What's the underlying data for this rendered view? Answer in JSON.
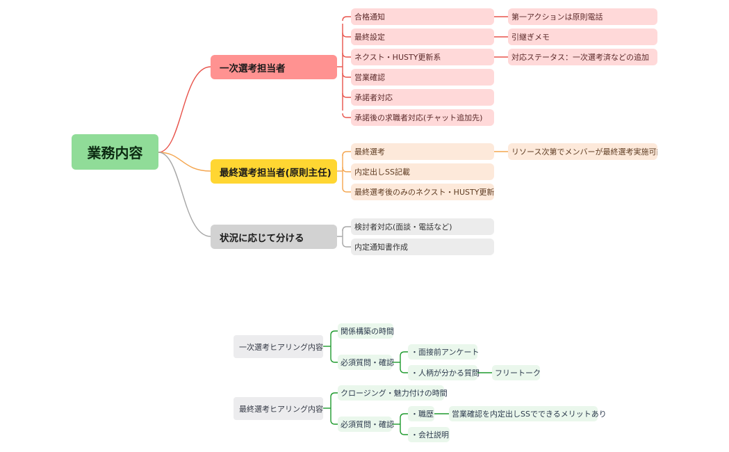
{
  "root": {
    "label": "業務内容"
  },
  "branches": [
    {
      "label": "一次選考担当者",
      "children": [
        {
          "label": "合格通知",
          "note": "第一アクションは原則電話"
        },
        {
          "label": "最終設定",
          "note": "引継ぎメモ"
        },
        {
          "label": "ネクスト・HUSTY更新系",
          "note": "対応ステータス：一次選考済などの追加"
        },
        {
          "label": "営業確認"
        },
        {
          "label": "承諾者対応"
        },
        {
          "label": "承諾後の求職者対応(チャット追加先)"
        }
      ]
    },
    {
      "label": "最終選考担当者(原則主任)",
      "children": [
        {
          "label": "最終選考",
          "note": "リソース次第でメンバーが最終選考実施可能"
        },
        {
          "label": "内定出しSS記載"
        },
        {
          "label": "最終選考後のみのネクスト・HUSTY更新系"
        }
      ]
    },
    {
      "label": "状況に応じて分ける",
      "children": [
        {
          "label": "検討者対応(面談・電話など)"
        },
        {
          "label": "内定通知書作成"
        }
      ]
    }
  ],
  "hearing": [
    {
      "label": "一次選考ヒアリング内容",
      "children": [
        {
          "label": "関係構築の時間"
        },
        {
          "label": "必須質問・確認",
          "children": [
            {
              "label": "・面接前アンケート"
            },
            {
              "label": "・人柄が分かる質問",
              "note": "フリートーク"
            }
          ]
        }
      ]
    },
    {
      "label": "最終選考ヒアリング内容",
      "children": [
        {
          "label": "クロージング・魅力付けの時間"
        },
        {
          "label": "必須質問・確認",
          "children": [
            {
              "label": "・職歴",
              "note": "営業確認を内定出しSSでできるメリットあり"
            },
            {
              "label": "・会社説明"
            }
          ]
        }
      ]
    }
  ],
  "colors": {
    "root": "#90dc98",
    "branch_red": "#ff9291",
    "branch_yellow": "#ffd632",
    "branch_gray": "#d2d2d2",
    "link_red": "#e8524a",
    "link_orange": "#f4a54e",
    "link_gray": "#a6a6a6",
    "link_green": "#1d9a2c"
  }
}
